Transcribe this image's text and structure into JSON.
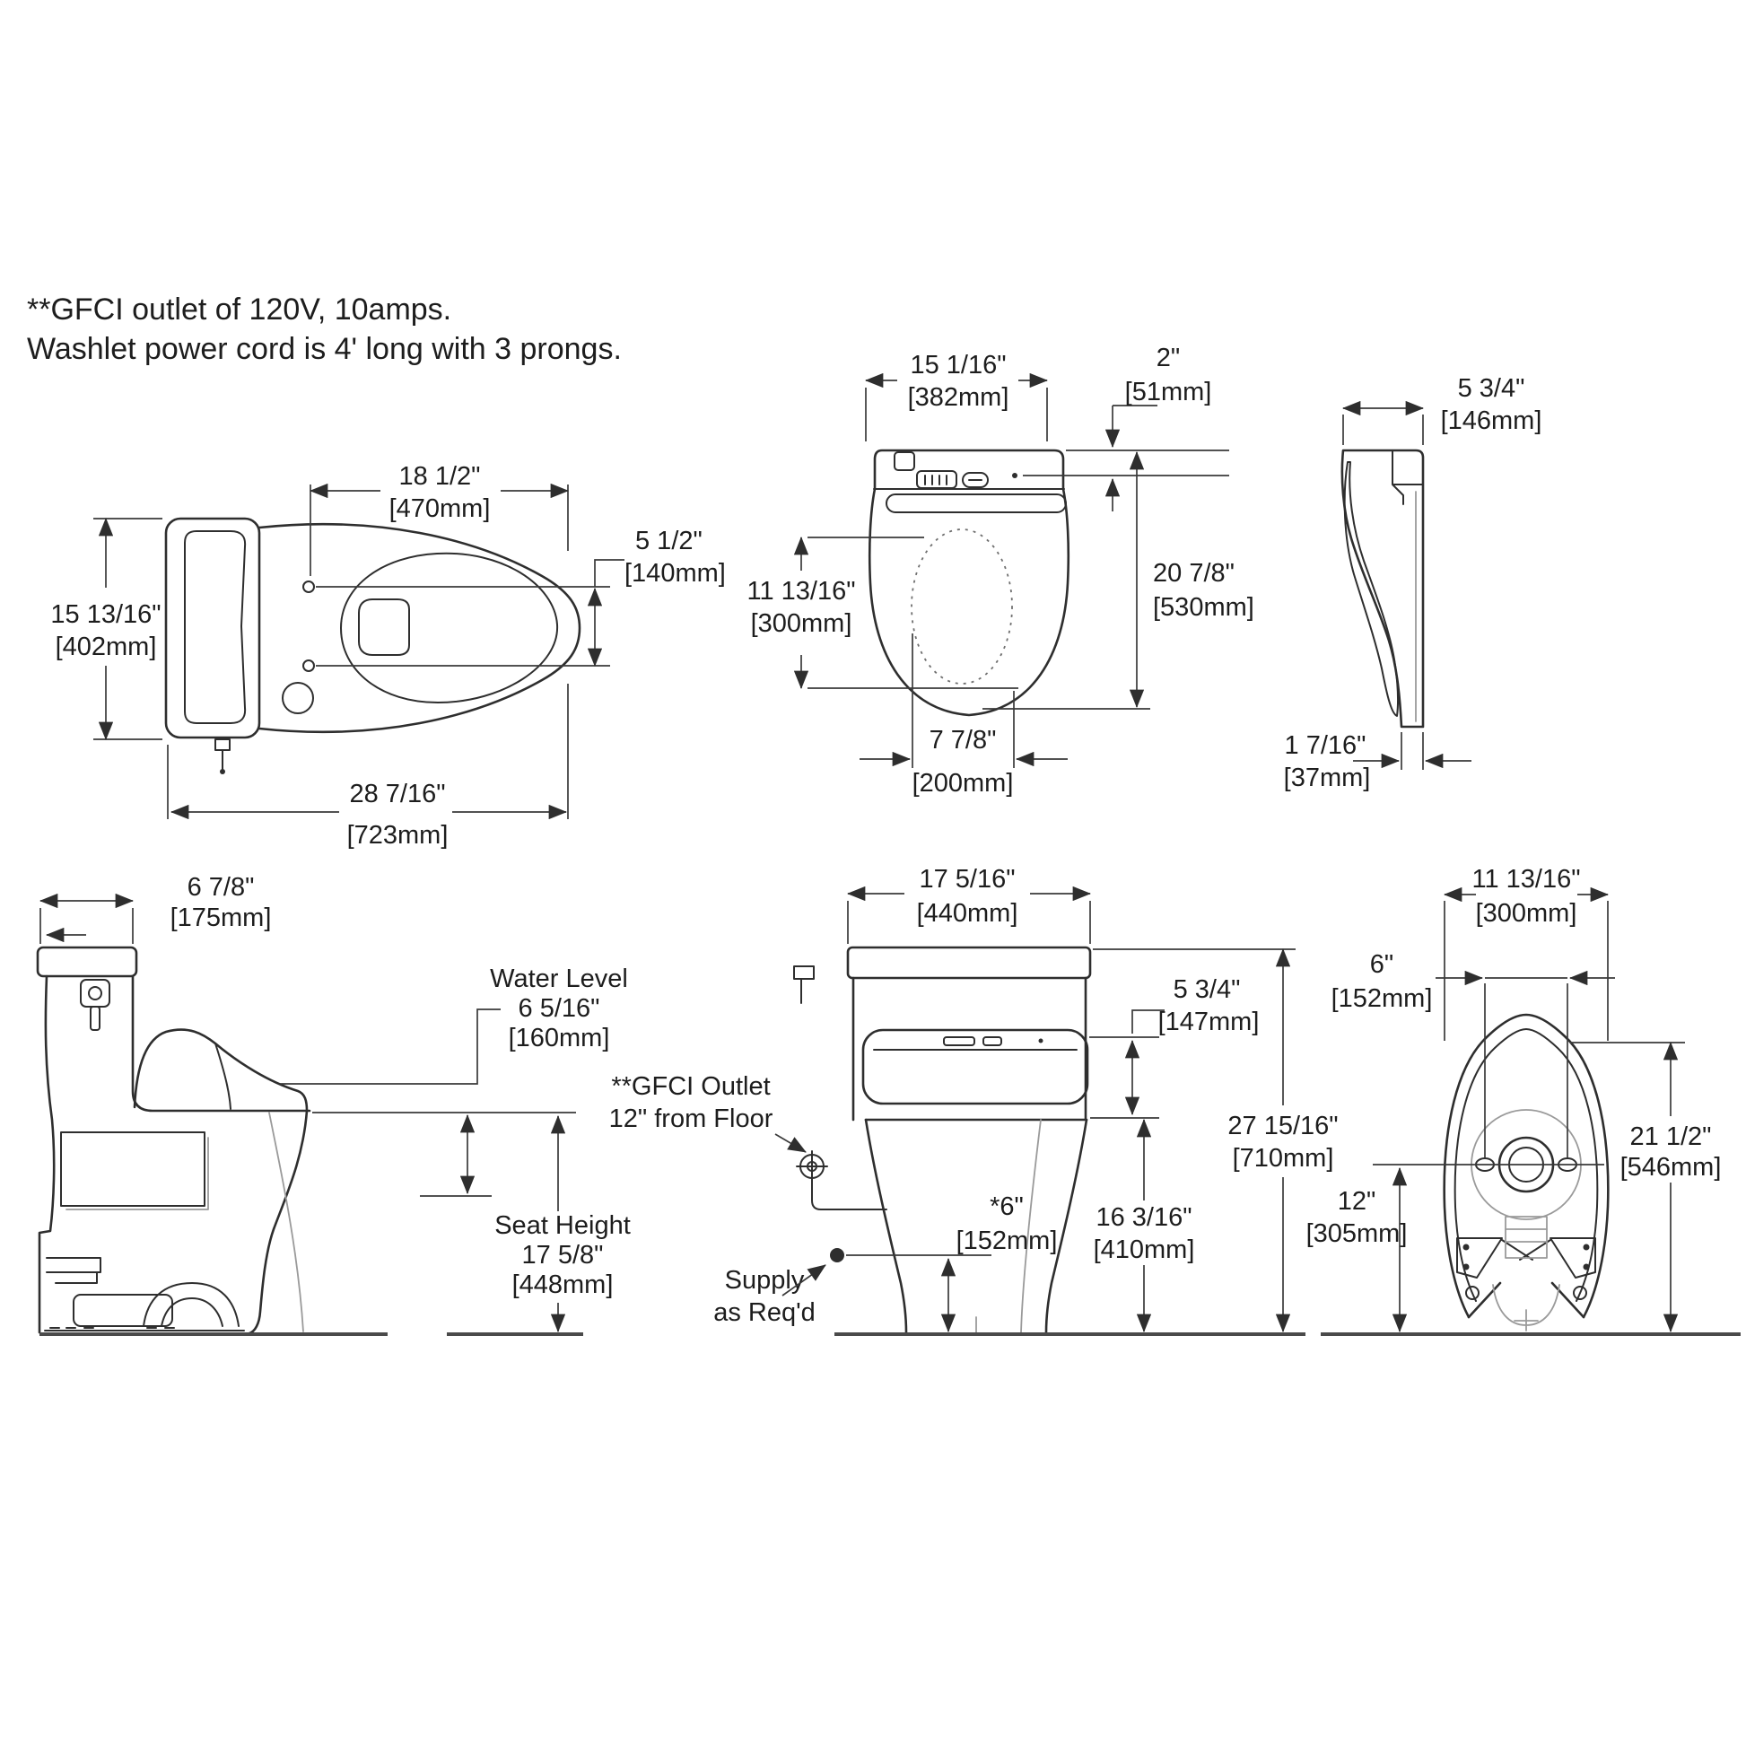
{
  "notes": {
    "line1": "**GFCI outlet of 120V, 10amps.",
    "line2": "Washlet power cord is 4' long with 3 prongs."
  },
  "colors": {
    "line": "#2e2e2e",
    "light_line": "#9a9a9a",
    "text": "#1d1d1d",
    "background": "#ffffff"
  },
  "views": {
    "plan": {
      "title": "toilet top view",
      "dims": {
        "seat_width": {
          "in": "18 1/2\"",
          "mm": "[470mm]"
        },
        "depth": {
          "in": "15 13/16\"",
          "mm": "[402mm]"
        },
        "overall_length": {
          "in": "28 7/16\"",
          "mm": "[723mm]"
        },
        "hinge_spacing": {
          "in": "5 1/2\"",
          "mm": "[140mm]"
        }
      }
    },
    "washlet_top": {
      "title": "washlet lid top view",
      "dims": {
        "width": {
          "in": "15 1/16\"",
          "mm": "[382mm]"
        },
        "control_depth": {
          "in": "2\"",
          "mm": "[51mm]"
        },
        "opening_length": {
          "in": "11 13/16\"",
          "mm": "[300mm]"
        },
        "length": {
          "in": "20 7/8\"",
          "mm": "[530mm]"
        },
        "opening_width": {
          "in": "7 7/8\"",
          "mm": "[200mm]"
        }
      }
    },
    "washlet_profile": {
      "title": "washlet side profile",
      "dims": {
        "depth": {
          "in": "5 3/4\"",
          "mm": "[146mm]"
        },
        "base_depth": {
          "in": "1 7/16\"",
          "mm": "[37mm]"
        }
      }
    },
    "side": {
      "title": "toilet side view",
      "labels": {
        "water_level": "Water Level",
        "seat_height": "Seat Height"
      },
      "dims": {
        "tank_depth": {
          "in": "6 7/8\"",
          "mm": "[175mm]"
        },
        "water_level": {
          "in": "6 5/16\"",
          "mm": "[160mm]"
        },
        "seat_height": {
          "in": "17 5/8\"",
          "mm": "[448mm]"
        }
      }
    },
    "front": {
      "title": "toilet front view",
      "labels": {
        "gfci1": "**GFCI Outlet",
        "gfci2": "12\" from Floor",
        "supply1": "Supply",
        "supply2": "as Req'd"
      },
      "dims": {
        "tank_width": {
          "in": "17 5/16\"",
          "mm": "[440mm]"
        },
        "washlet_height": {
          "in": "5 3/4\"",
          "mm": "[147mm]"
        },
        "overall_height": {
          "in": "27 15/16\"",
          "mm": "[710mm]"
        },
        "rim_height": {
          "in": "16 3/16\"",
          "mm": "[410mm]"
        },
        "supply_height": {
          "in": "*6\"",
          "mm": "[152mm]"
        }
      }
    },
    "rear": {
      "title": "toilet rear view",
      "dims": {
        "width": {
          "in": "11 13/16\"",
          "mm": "[300mm]"
        },
        "bolt_spacing": {
          "in": "6\"",
          "mm": "[152mm]"
        },
        "height": {
          "in": "21 1/2\"",
          "mm": "[546mm]"
        },
        "rough_in": {
          "in": "12\"",
          "mm": "[305mm]"
        }
      }
    }
  }
}
